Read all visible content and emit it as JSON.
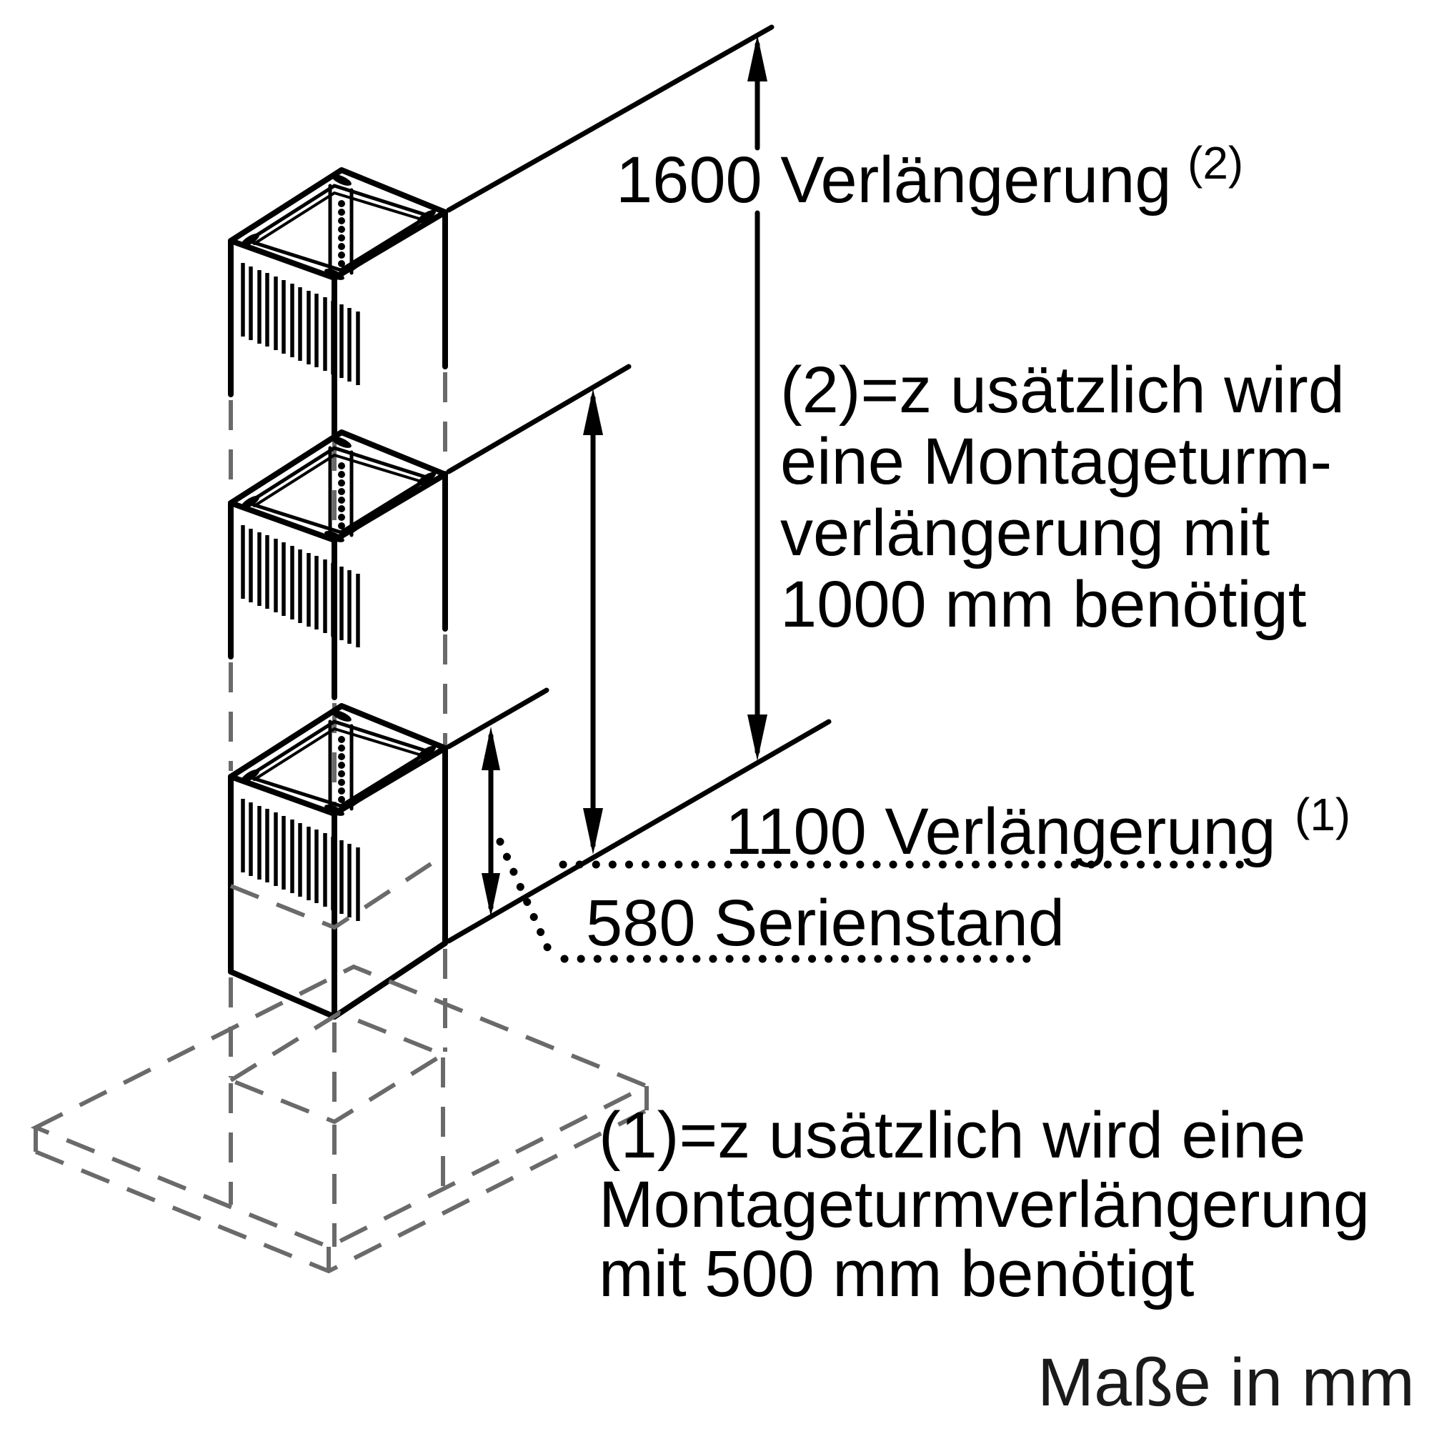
{
  "labels": {
    "dim1600": {
      "text": "1600 Verlängerung",
      "sup": "(2)"
    },
    "dim1100": {
      "text": "1100 Verlängerung",
      "sup": "(1)"
    },
    "dim580": {
      "text": "580 Serienstand"
    },
    "note2": {
      "lines": [
        "(2)=z usätzlich wird",
        "eine Montageturm-",
        "verlängerung mit",
        "1000 mm benötigt"
      ]
    },
    "note1": {
      "lines": [
        "(1)=z usätzlich wird eine",
        "Montageturmverlängerung",
        "mit 500 mm benötigt"
      ]
    },
    "units": "Maße in mm"
  },
  "colors": {
    "line": "#000000",
    "hidden_line": "#6a6a6a",
    "background": "#ffffff"
  }
}
